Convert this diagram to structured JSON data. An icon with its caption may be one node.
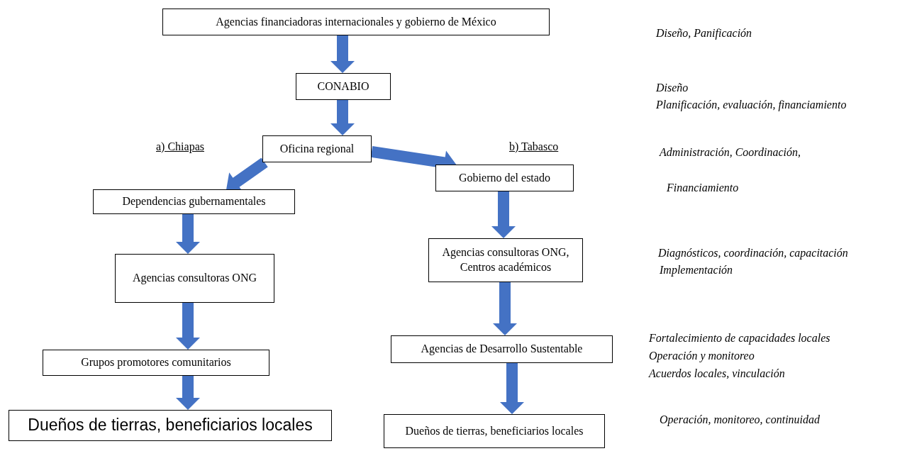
{
  "diagram": {
    "nodes": [
      {
        "text": [
          "Agencias financiadoras internacionales y gobierno de México"
        ]
      },
      {
        "text": [
          "CONABIO"
        ]
      },
      {
        "text": [
          "Oficina regional"
        ]
      },
      {
        "text": [
          "Dependencias gubernamentales"
        ]
      },
      {
        "text": [
          "Agencias consultoras ONG"
        ]
      },
      {
        "text": [
          "Grupos promotores comunitarios"
        ]
      },
      {
        "text": [
          "Dueños de tierras, beneficiarios locales"
        ]
      },
      {
        "text": [
          "Gobierno del estado"
        ]
      },
      {
        "text": [
          "Agencias consultoras ONG, Centros académicos"
        ]
      },
      {
        "text": [
          "Agencias de Desarrollo Sustentable"
        ]
      },
      {
        "text": [
          "Dueños de tierras, beneficiarios locales"
        ]
      }
    ],
    "edges": [
      {
        "from": 0,
        "to": 1,
        "arrow": "to",
        "style": "thick",
        "color": "#4472c4"
      },
      {
        "from": 1,
        "to": 2,
        "arrow": "to",
        "style": "thick",
        "color": "#4472c4"
      },
      {
        "from": 2,
        "to": 3,
        "arrow": "to",
        "style": "thick",
        "color": "#4472c4"
      },
      {
        "from": 2,
        "to": 7,
        "arrow": "to",
        "style": "thick",
        "color": "#4472c4"
      },
      {
        "from": 3,
        "to": 4,
        "arrow": "to",
        "style": "thick",
        "color": "#4472c4"
      },
      {
        "from": 4,
        "to": 5,
        "arrow": "to",
        "style": "thick",
        "color": "#4472c4"
      },
      {
        "from": 5,
        "to": 6,
        "arrow": "to",
        "style": "thick",
        "color": "#4472c4"
      },
      {
        "from": 7,
        "to": 8,
        "arrow": "to",
        "style": "thick",
        "color": "#4472c4"
      },
      {
        "from": 8,
        "to": 9,
        "arrow": "to",
        "style": "thick",
        "color": "#4472c4"
      },
      {
        "from": 9,
        "to": 10,
        "arrow": "to",
        "style": "thick",
        "color": "#4472c4"
      }
    ],
    "labels": [
      "a) Chiapas",
      "b) Tabasco",
      "Diseño, Panificación",
      "Diseño",
      "Planificación, evaluación, financiamiento",
      "Administración, Coordinación,",
      "Financiamiento",
      "Diagnósticos, coordinación, capacitación",
      "Implementación",
      "Fortalecimiento de capacidades locales",
      "Operación y monitoreo",
      "Acuerdos locales, vinculación",
      "Operación, monitoreo, continuidad"
    ]
  }
}
